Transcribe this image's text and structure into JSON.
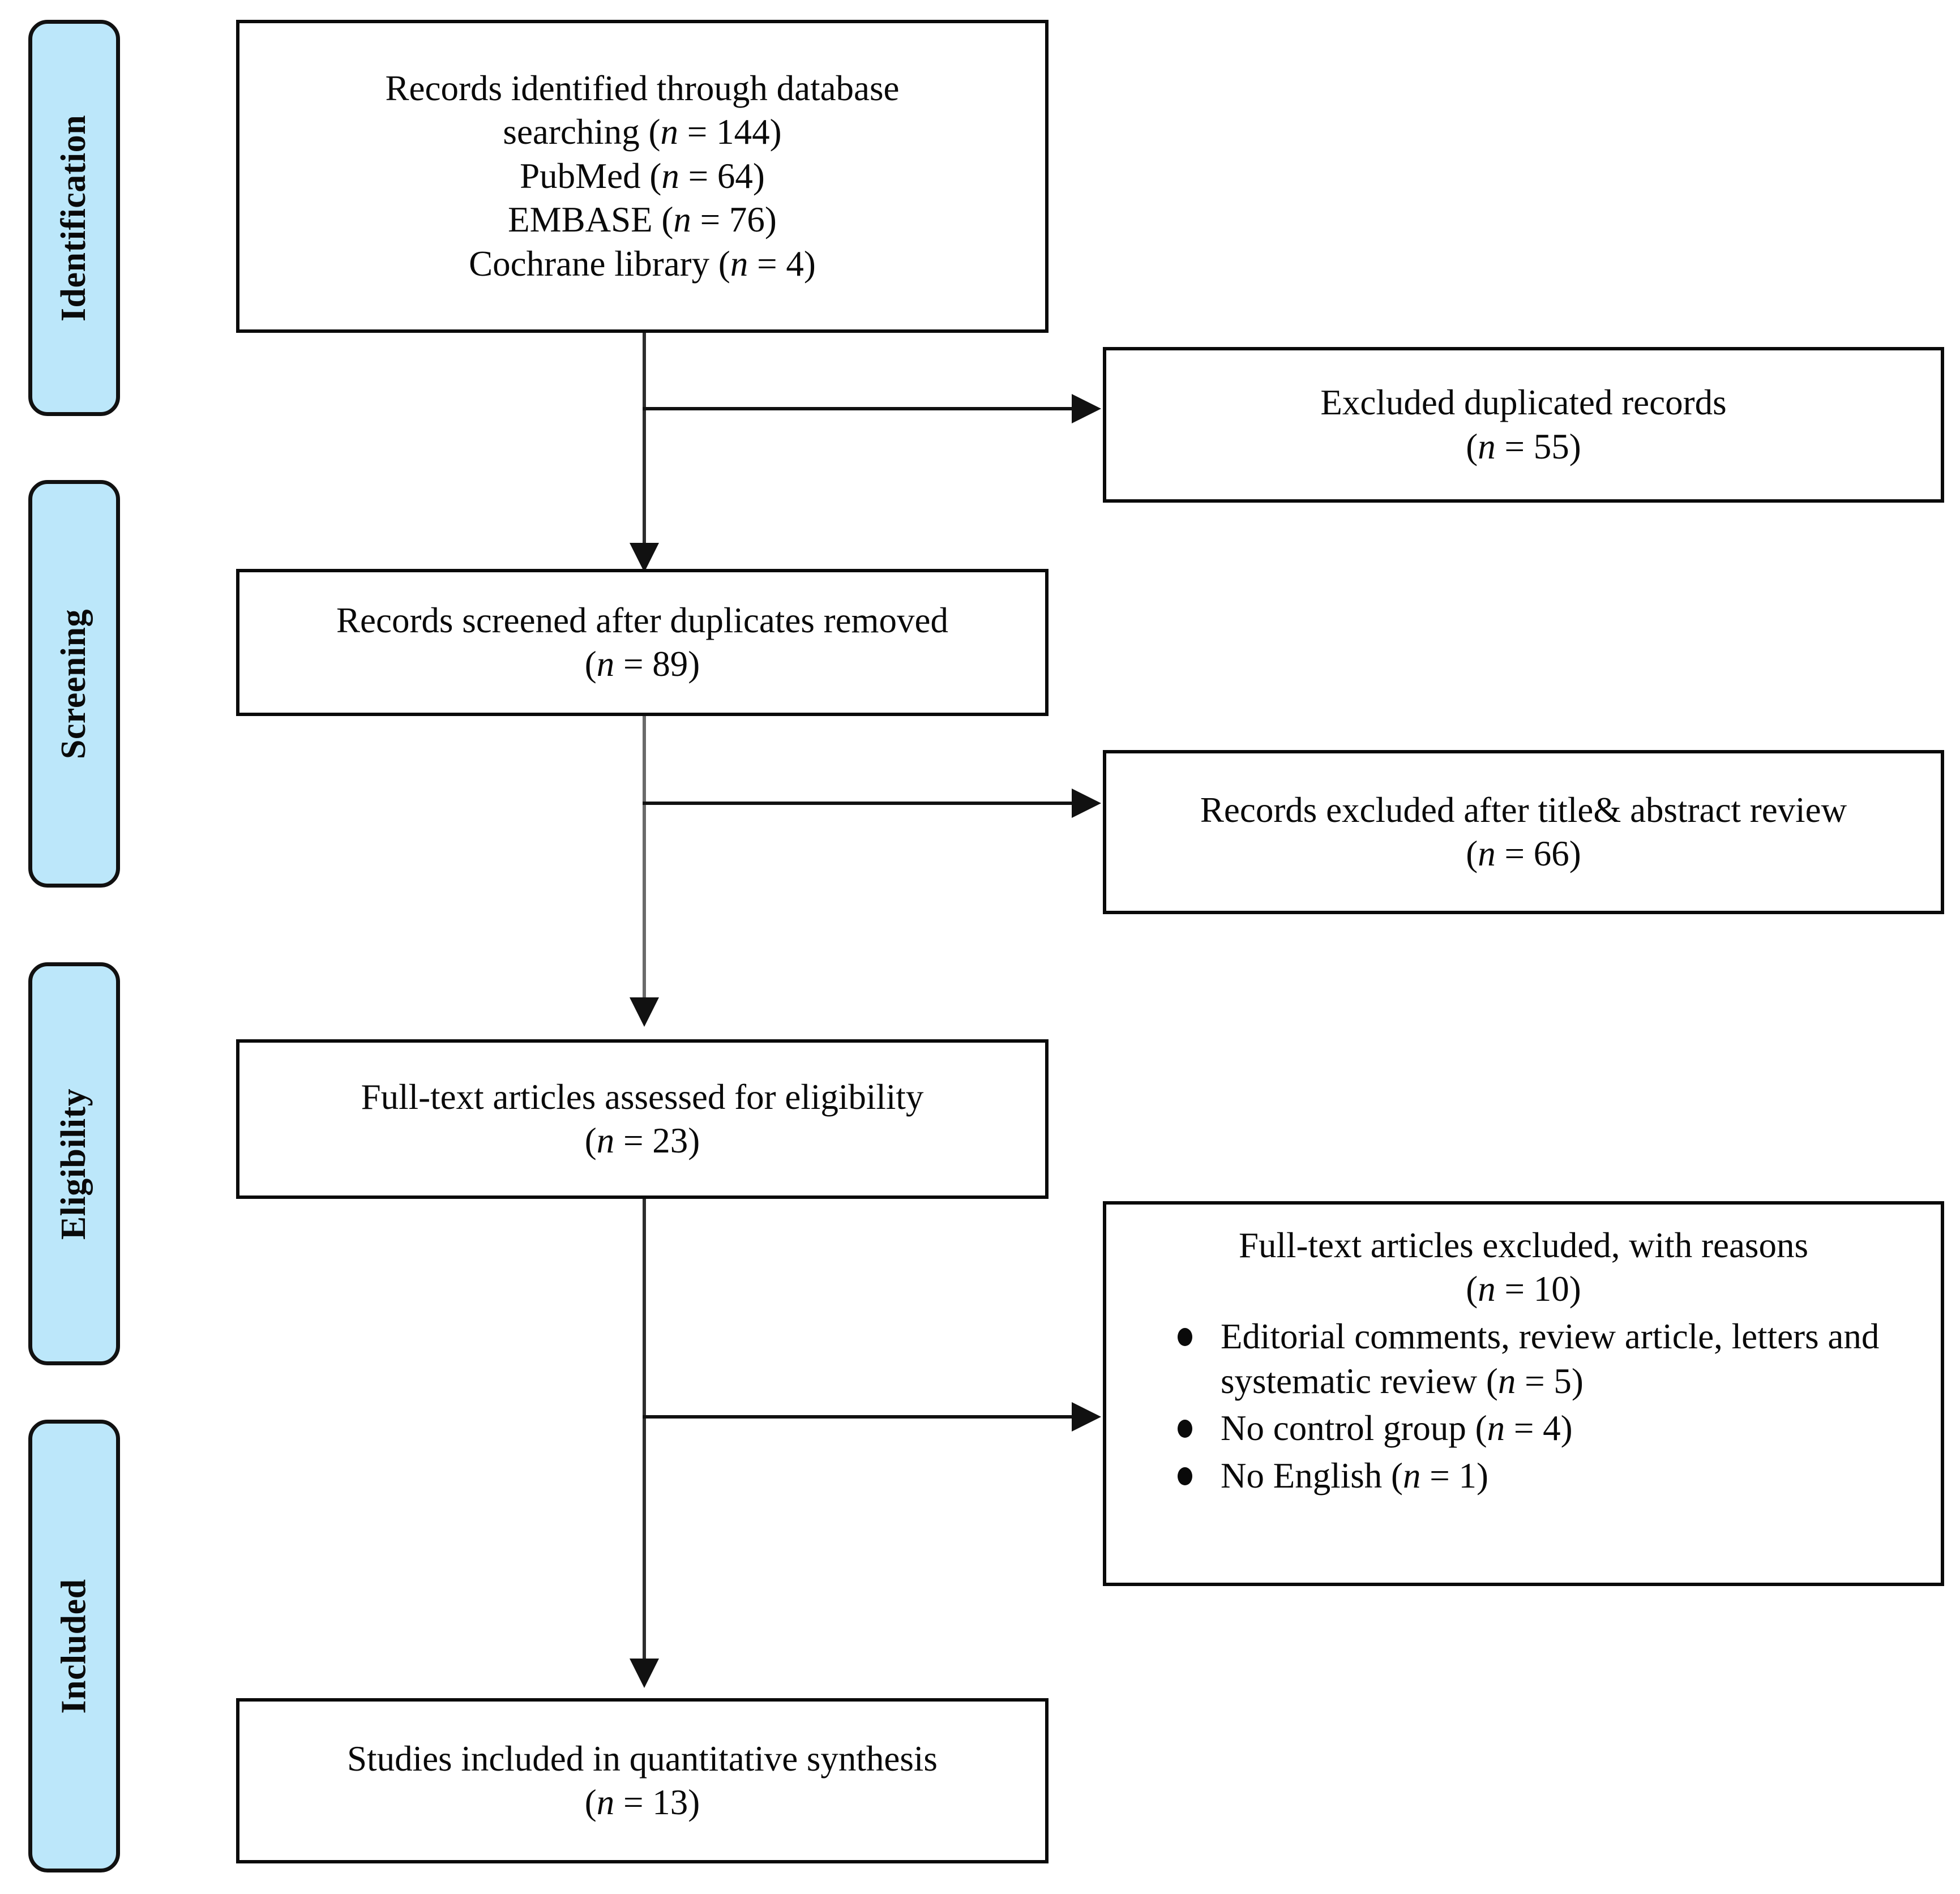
{
  "diagram": {
    "title": "PRISMA study selection flow diagram",
    "accent_color": "#BCE7FA",
    "line_color": "#111111",
    "phases": [
      {
        "id": "identification",
        "label": "Identification"
      },
      {
        "id": "screening",
        "label": "Screening"
      },
      {
        "id": "eligibility",
        "label": "Eligibility"
      },
      {
        "id": "included",
        "label": "Included"
      }
    ],
    "boxes": {
      "identified": {
        "lines": [
          "Records identified through database",
          "searching (n = 144)",
          "PubMed (n = 64)",
          "EMBASE (n = 76)",
          "Cochrane library  (n = 4)"
        ]
      },
      "duplicates_excluded": {
        "lines": [
          "Excluded duplicated records",
          "(n = 55)"
        ]
      },
      "screened": {
        "lines": [
          "Records screened after duplicates removed",
          "(n = 89)"
        ]
      },
      "title_abstract_excluded": {
        "lines": [
          "Records excluded after title& abstract review",
          "(n = 66)"
        ]
      },
      "fulltext_assessed": {
        "lines": [
          "Full-text articles assessed  for eligibility",
          "(n = 23)"
        ]
      },
      "fulltext_excluded": {
        "head_lines": [
          "Full-text articles excluded, with reasons",
          "(n = 10)"
        ],
        "reasons": [
          "Editorial comments, review article, letters and systematic review (n = 5)",
          "No control group (n = 4)",
          "No English (n = 1)"
        ]
      },
      "included_quantitative": {
        "lines": [
          "Studies included in quantitative synthesis",
          "(n = 13)"
        ]
      }
    },
    "counts": {
      "database_total": 144,
      "pubmed": 64,
      "embase": 76,
      "cochrane": 4,
      "duplicates_excluded": 55,
      "screened": 89,
      "title_abstract_excluded": 66,
      "fulltext_assessed": 23,
      "fulltext_excluded": 10,
      "reason_editorial_review_letters_systematic": 5,
      "reason_no_control_group": 4,
      "reason_no_english": 1,
      "included_quantitative": 13
    }
  }
}
